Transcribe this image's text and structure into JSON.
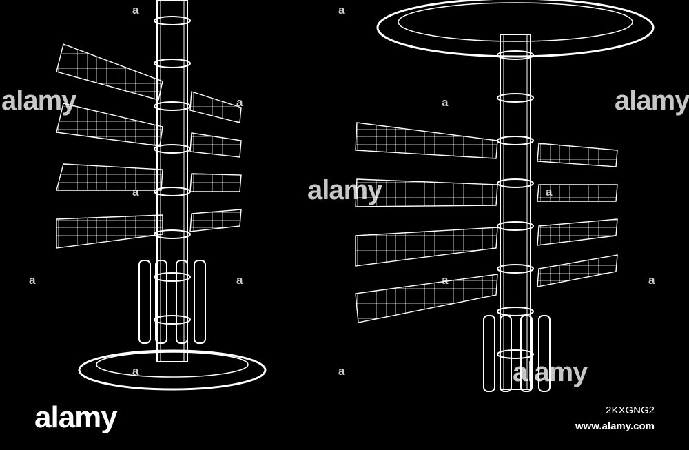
{
  "image": {
    "subject": "wireframe space station",
    "colors": {
      "background": "#000000",
      "line": "#ffffff"
    }
  },
  "watermarks": {
    "word": "alamy",
    "tiny_mark": "a"
  },
  "footer": {
    "logo": "alamy",
    "image_id": "2KXGNG2",
    "url": "www.alamy.com"
  }
}
